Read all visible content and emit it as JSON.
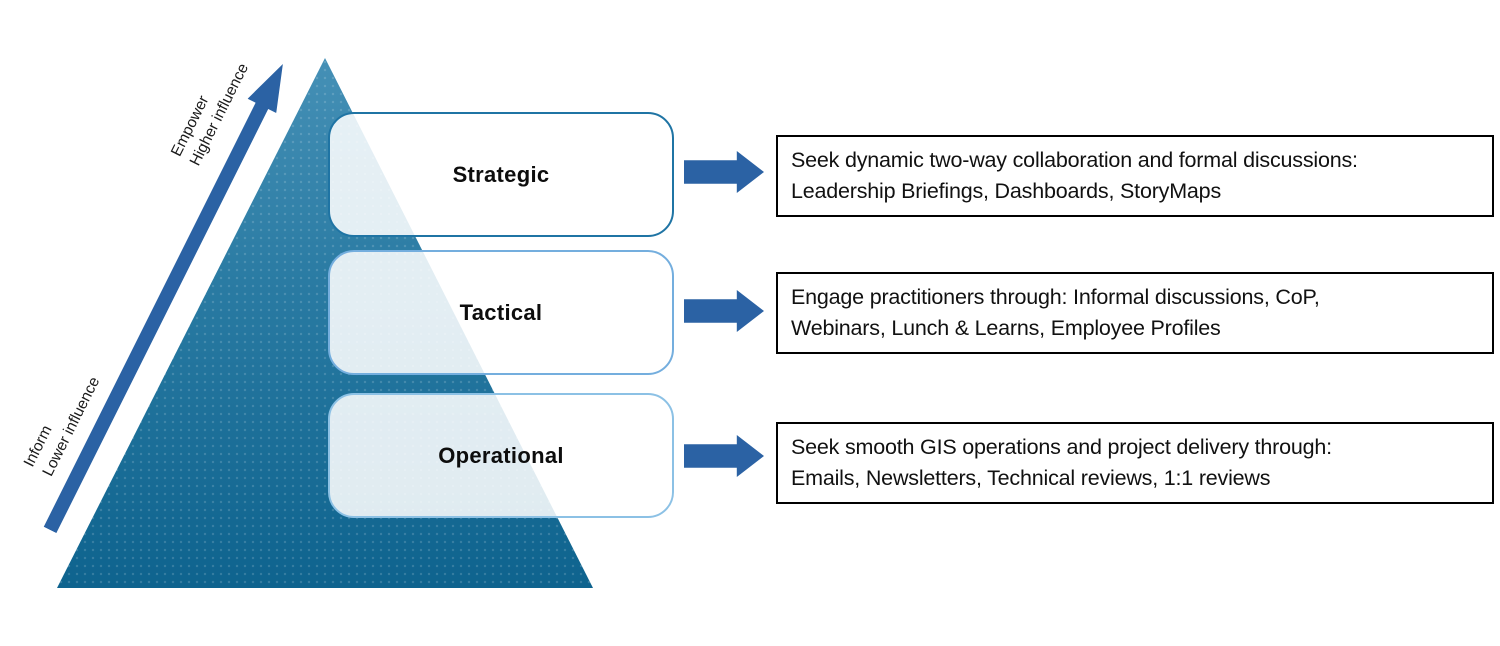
{
  "diagram": {
    "influence_axis": {
      "top_label_line1": "Empower",
      "top_label_line2": "Higher influence",
      "bottom_label_line1": "Inform",
      "bottom_label_line2": "Lower influence"
    },
    "levels": [
      {
        "label": "Strategic",
        "callout_line1": "Seek dynamic two-way collaboration and formal discussions:",
        "callout_line2": "Leadership Briefings, Dashboards, StoryMaps"
      },
      {
        "label": "Tactical",
        "callout_line1": "Engage practitioners through: Informal discussions, CoP,",
        "callout_line2": "Webinars, Lunch & Learns, Employee Profiles"
      },
      {
        "label": "Operational",
        "callout_line1": "Seek smooth GIS operations and project delivery through:",
        "callout_line2": "Emails, Newsletters, Technical reviews, 1:1 reviews"
      }
    ],
    "colors": {
      "arrow_blue": "#2b62a4",
      "pyramid_top": "#4590b6",
      "pyramid_bottom": "#0e638e",
      "strategic_border": "#1f74a4",
      "tactical_border": "#74aede",
      "operational_border": "#8cc1e5",
      "callout_border": "#000000"
    }
  }
}
